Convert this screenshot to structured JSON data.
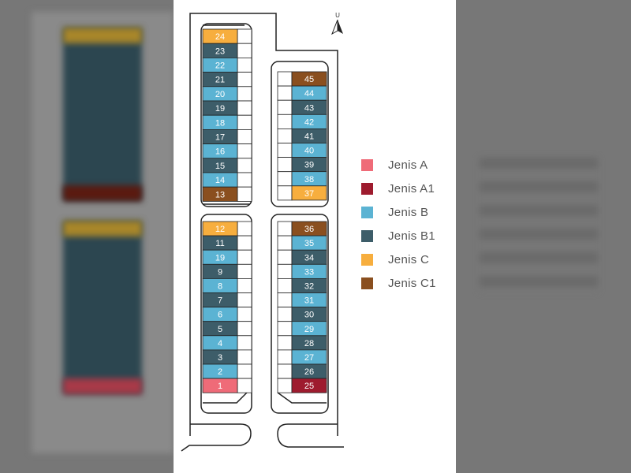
{
  "compass": {
    "label": "U"
  },
  "colors": {
    "Jenis A": "#ef6b78",
    "Jenis A1": "#9e1b2e",
    "Jenis B": "#5bb3d3",
    "Jenis B1": "#3d5d69",
    "Jenis C": "#f7ae3e",
    "Jenis C1": "#8a4f1f"
  },
  "legend": [
    {
      "label": "Jenis A",
      "color": "#ef6b78"
    },
    {
      "label": "Jenis A1",
      "color": "#9e1b2e"
    },
    {
      "label": "Jenis B",
      "color": "#5bb3d3"
    },
    {
      "label": "Jenis B1",
      "color": "#3d5d69"
    },
    {
      "label": "Jenis C",
      "color": "#f7ae3e"
    },
    {
      "label": "Jenis C1",
      "color": "#8a4f1f"
    }
  ],
  "blocks": [
    {
      "name": "left-upper",
      "lots": [
        {
          "no": "24",
          "type": "Jenis C"
        },
        {
          "no": "23",
          "type": "Jenis B1"
        },
        {
          "no": "22",
          "type": "Jenis B"
        },
        {
          "no": "21",
          "type": "Jenis B1"
        },
        {
          "no": "20",
          "type": "Jenis B"
        },
        {
          "no": "19",
          "type": "Jenis B1"
        },
        {
          "no": "18",
          "type": "Jenis B"
        },
        {
          "no": "17",
          "type": "Jenis B1"
        },
        {
          "no": "16",
          "type": "Jenis B"
        },
        {
          "no": "15",
          "type": "Jenis B1"
        },
        {
          "no": "14",
          "type": "Jenis B"
        },
        {
          "no": "13",
          "type": "Jenis C1"
        }
      ]
    },
    {
      "name": "left-lower",
      "lots": [
        {
          "no": "12",
          "type": "Jenis C"
        },
        {
          "no": "11",
          "type": "Jenis B1"
        },
        {
          "no": "19",
          "type": "Jenis B"
        },
        {
          "no": "9",
          "type": "Jenis B1"
        },
        {
          "no": "8",
          "type": "Jenis B"
        },
        {
          "no": "7",
          "type": "Jenis B1"
        },
        {
          "no": "6",
          "type": "Jenis B"
        },
        {
          "no": "5",
          "type": "Jenis B1"
        },
        {
          "no": "4",
          "type": "Jenis B"
        },
        {
          "no": "3",
          "type": "Jenis B1"
        },
        {
          "no": "2",
          "type": "Jenis B"
        },
        {
          "no": "1",
          "type": "Jenis A"
        }
      ]
    },
    {
      "name": "right-upper",
      "lots": [
        {
          "no": "45",
          "type": "Jenis C1"
        },
        {
          "no": "44",
          "type": "Jenis B"
        },
        {
          "no": "43",
          "type": "Jenis B1"
        },
        {
          "no": "42",
          "type": "Jenis B"
        },
        {
          "no": "41",
          "type": "Jenis B1"
        },
        {
          "no": "40",
          "type": "Jenis B"
        },
        {
          "no": "39",
          "type": "Jenis B1"
        },
        {
          "no": "38",
          "type": "Jenis B"
        },
        {
          "no": "37",
          "type": "Jenis C"
        }
      ]
    },
    {
      "name": "right-lower",
      "lots": [
        {
          "no": "36",
          "type": "Jenis C1"
        },
        {
          "no": "35",
          "type": "Jenis B"
        },
        {
          "no": "34",
          "type": "Jenis B1"
        },
        {
          "no": "33",
          "type": "Jenis B"
        },
        {
          "no": "32",
          "type": "Jenis B1"
        },
        {
          "no": "31",
          "type": "Jenis B"
        },
        {
          "no": "30",
          "type": "Jenis B1"
        },
        {
          "no": "29",
          "type": "Jenis B"
        },
        {
          "no": "28",
          "type": "Jenis B1"
        },
        {
          "no": "27",
          "type": "Jenis B"
        },
        {
          "no": "26",
          "type": "Jenis B1"
        },
        {
          "no": "25",
          "type": "Jenis A1"
        }
      ]
    }
  ]
}
